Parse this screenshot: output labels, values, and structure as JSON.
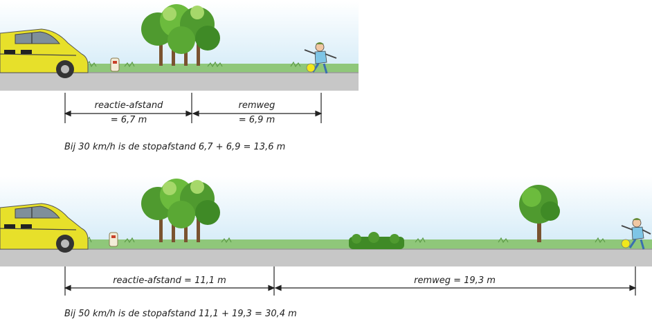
{
  "scenarios": [
    {
      "reaction_label": "reactie-afstand",
      "reaction_value": "= 6,7 m",
      "braking_label": "remweg",
      "braking_value": "= 6,9 m",
      "caption": "Bij 30 km/h is de stopafstand 6,7 + 6,9 = 13,6 m"
    },
    {
      "reaction_label": "reactie-afstand = 11,1 m",
      "braking_label": "remweg = 19,3 m",
      "caption": "Bij 50 km/h is de stopafstand 11,1 + 19,3 = 30,4 m"
    }
  ],
  "colors": {
    "sky": "#d6ecf8",
    "grass": "#8fc77a",
    "road": "#c7c7c7",
    "car": "#e7e02a",
    "tree": "#5fae3a",
    "ball": "#f0e81c"
  }
}
